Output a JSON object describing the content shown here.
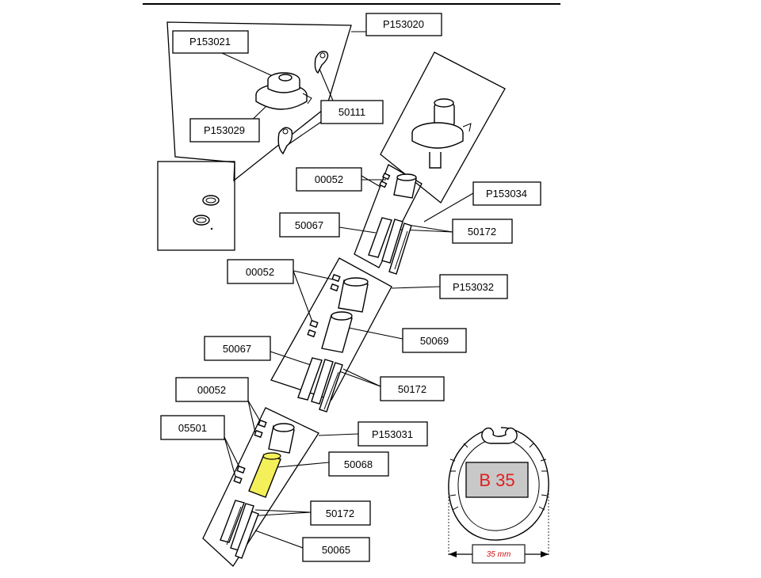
{
  "labels": {
    "p153020": "P153020",
    "p153021": "P153021",
    "p153029": "P153029",
    "p50111": "50111",
    "p00052_a": "00052",
    "p153034": "P153034",
    "p50067_a": "50067",
    "p50172_a": "50172",
    "p00052_b": "00052",
    "p153032": "P153032",
    "p50069": "50069",
    "p50067_b": "50067",
    "p50172_b": "50172",
    "p00052_c": "00052",
    "p05501": "05501",
    "p153031": "P153031",
    "p50068": "50068",
    "p50172_c": "50172",
    "p50065": "50065"
  },
  "tube": {
    "code": "B 35",
    "width_label": "35 mm"
  },
  "colors": {
    "highlight": "#f4f05a",
    "code_text": "#e02020",
    "dimension_text": "#d01010",
    "code_box": "#c8c8c8"
  }
}
